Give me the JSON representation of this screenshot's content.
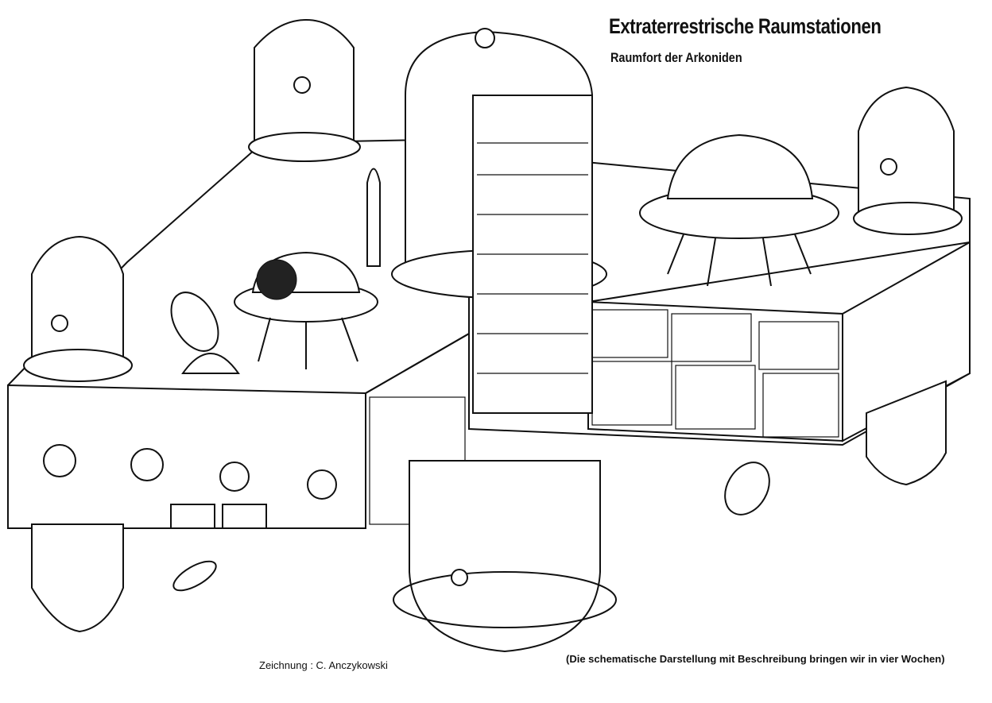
{
  "title": "Extraterrestrische Raumstationen",
  "subtitle": "Raumfort der Arkoniden",
  "credit": "Zeichnung : C. Anczykowski",
  "note": "(Die schematische Darstellung mit Beschreibung bringen wir in vier Wochen)",
  "illustration": {
    "subject": "space-station-cutaway",
    "elements": [
      "central-tower",
      "domed-turrets",
      "saucer-ship-right",
      "saucer-ship-left",
      "rockets",
      "radar-dish",
      "lower-pods",
      "ring"
    ]
  }
}
